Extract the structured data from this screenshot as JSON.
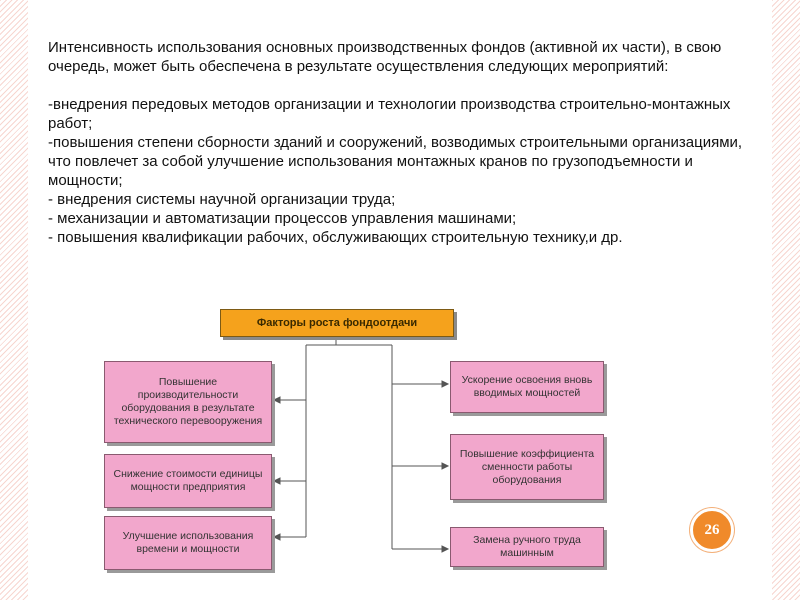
{
  "text": {
    "intro": "Интенсивность использования основных производственных фондов (активной их части), в свою очередь, может быть обеспечена в результате осуществления следующих мероприятий:",
    "measures": [
      "-внедрения передовых методов организации и технологии производства строительно-монтажных работ;",
      "-повышения степени сборности зданий и сооружений, возводимых строительными организациями, что повлечет за собой улучшение использования монтажных кранов по грузоподъемности и мощности;",
      "- внедрения системы научной организации труда;",
      "- механизации и автоматизации процессов управления машинами;",
      "- повышения квалификации рабочих, обслуживающих строительную технику,и др."
    ]
  },
  "diagram": {
    "title": "Факторы роста фондоотдачи",
    "left_boxes": [
      "Повышение производительности оборудования в результате технического перевооружения",
      "Снижение стоимости единицы мощности предприятия",
      "Улучшение использования времени и мощности"
    ],
    "right_boxes": [
      "Ускорение освоения вновь вводимых мощностей",
      "Повышение коэффициента сменности работы оборудования",
      "Замена ручного труда машинным"
    ]
  },
  "page_number": "26",
  "colors": {
    "title_box": "#f5a21c",
    "factor_box": "#f2a7cc",
    "page_badge": "#f08a2a",
    "border_hatch": "#f7d6d0"
  }
}
